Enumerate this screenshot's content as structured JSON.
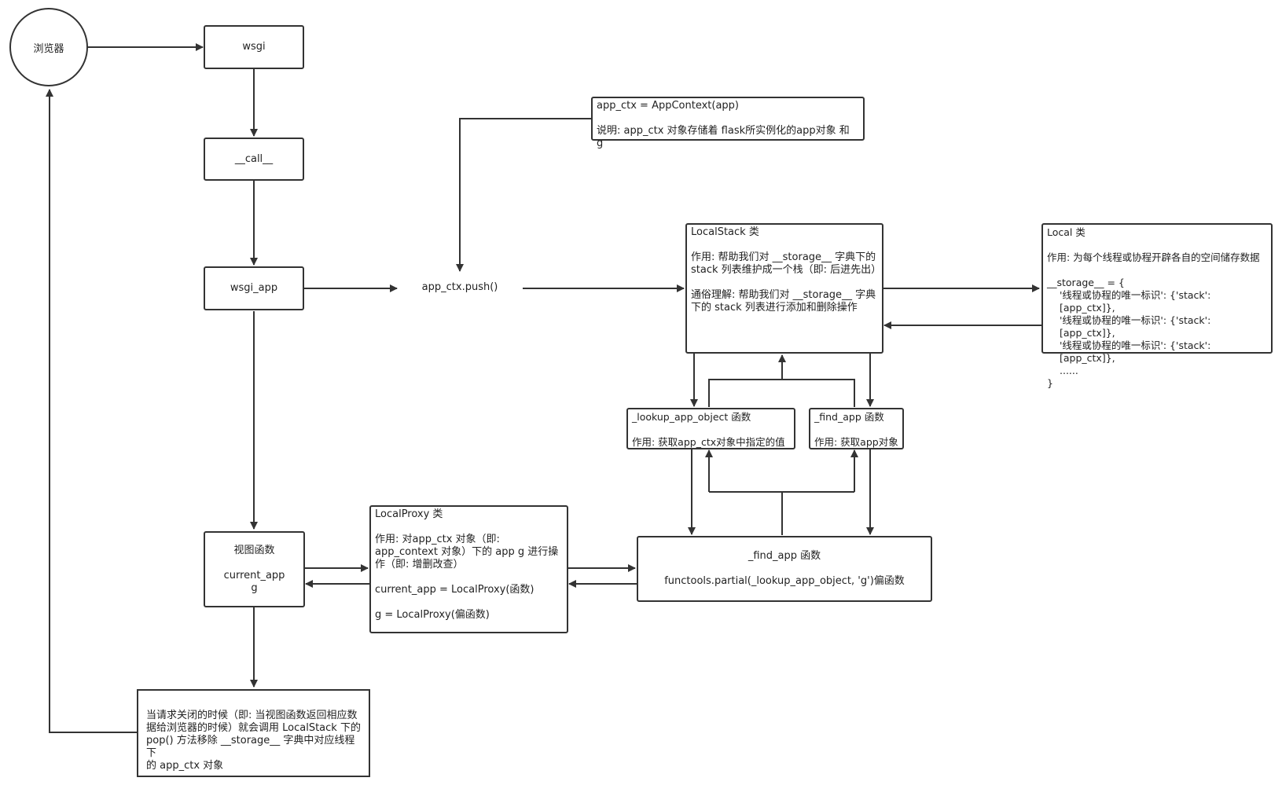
{
  "browser": {
    "label": "浏览器"
  },
  "wsgi": {
    "label": "wsgi"
  },
  "call": {
    "label": "__call__"
  },
  "wsgi_app": {
    "label": "wsgi_app"
  },
  "push": {
    "label": "app_ctx.push()"
  },
  "app_context": {
    "line1": "app_ctx = AppContext(app)",
    "line2": "说明: app_ctx 对象存储着 flask所实例化的app对象 和 g"
  },
  "local_stack": {
    "title": "LocalStack 类",
    "purpose_1": "作用: 帮助我们对 __storage__ 字典下的",
    "purpose_2": "stack 列表维护成一个栈（即: 后进先出）",
    "plain_1": "通俗理解: 帮助我们对 __storage__ 字典",
    "plain_2": "下的 stack 列表进行添加和删除操作"
  },
  "local": {
    "title": "Local 类",
    "purpose": "作用: 为每个线程或协程开辟各自的空间储存数据",
    "storage_open": "__storage__ = {",
    "entry_1": "'线程或协程的唯一标识': {'stack': [app_ctx]},",
    "entry_2": "'线程或协程的唯一标识': {'stack': [app_ctx]},",
    "entry_3": "'线程或协程的唯一标识': {'stack': [app_ctx]},",
    "ellipsis": "......",
    "storage_close": "}"
  },
  "lookup": {
    "title": "_lookup_app_object 函数",
    "purpose": "作用: 获取app_ctx对象中指定的值"
  },
  "find_app_small": {
    "title": "_find_app 函数",
    "purpose": "作用: 获取app对象"
  },
  "find_app_big": {
    "title": "_find_app 函数",
    "desc": "functools.partial(_lookup_app_object, 'g')偏函数"
  },
  "view": {
    "title": "视图函数",
    "line1": "current_app",
    "line2": "g"
  },
  "local_proxy": {
    "title": "LocalProxy 类",
    "purpose_1": "作用: 对app_ctx 对象（即:",
    "purpose_2": "app_context 对象）下的 app g 进行操",
    "purpose_3": "作（即: 增删改查）",
    "current_app": "current_app = LocalProxy(函数)",
    "g": "g = LocalProxy(偏函数)"
  },
  "close_note": {
    "line1": "当请求关闭的时候（即: 当视图函数返回相应数",
    "line2": "据给浏览器的时候）就会调用 LocalStack 下的",
    "line3": "pop() 方法移除 __storage__ 字典中对应线程下",
    "line4": "的 app_ctx 对象"
  }
}
